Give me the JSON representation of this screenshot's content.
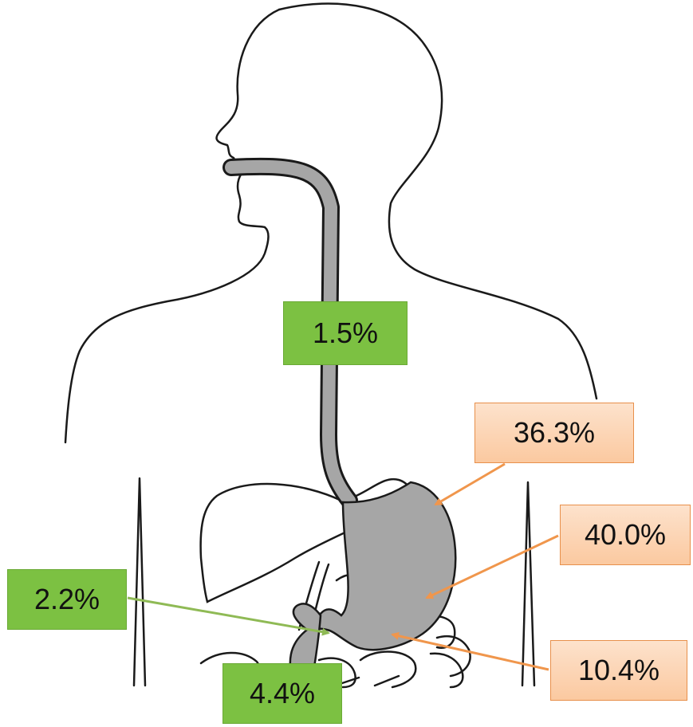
{
  "labels": [
    {
      "id": "esophagus",
      "text": "1.5%",
      "style": "green"
    },
    {
      "id": "cardia",
      "text": "36.3%",
      "style": "orange"
    },
    {
      "id": "body",
      "text": "40.0%",
      "style": "orange"
    },
    {
      "id": "pylorus",
      "text": "2.2%",
      "style": "green"
    },
    {
      "id": "duodenum",
      "text": "4.4%",
      "style": "green"
    },
    {
      "id": "antrum",
      "text": "10.4%",
      "style": "orange"
    }
  ],
  "colors": {
    "green_box": "#7cc142",
    "orange_box": "#fbc9a0",
    "orange_arrow": "#f0964c",
    "green_arrow": "#8fba55",
    "organ_fill": "#a6a6a6",
    "outline": "#1a1a1a"
  }
}
